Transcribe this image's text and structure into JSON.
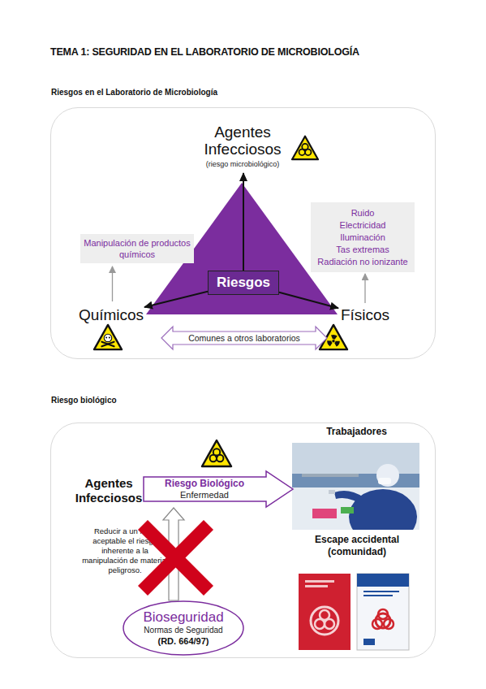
{
  "diagram": {
    "title": "TEMA 1: SEGURIDAD EN EL LABORATORIO DE MICROBIOLOGÍA",
    "nodes": [
      {
        "text": [
          "Riesgos en el Laboratorio de Microbiología"
        ]
      },
      {
        "text": [
          "Agentes Infecciosos",
          "(riesgo microbiológico)"
        ],
        "in": 0
      },
      {
        "text": [
          "Riesgos"
        ],
        "in": 0
      },
      {
        "text": [
          "Manipulación de productos químicos"
        ],
        "in": 0
      },
      {
        "text": [
          "Ruido",
          "Electricidad",
          "Iluminación",
          "Tas extremas",
          "Radiación no ionizante"
        ],
        "in": 0
      },
      {
        "text": [
          "Químicos"
        ],
        "in": 0
      },
      {
        "text": [
          "Físicos"
        ],
        "in": 0
      },
      {
        "text": [
          "Comunes a otros laboratorios"
        ],
        "in": 0
      },
      {
        "text": [
          "Riesgo biológico"
        ]
      },
      {
        "text": [
          "Agentes Infecciosos"
        ],
        "in": 8
      },
      {
        "text": [
          "Riesgo Biológico",
          "Enfermedad"
        ],
        "in": 8
      },
      {
        "text": [
          "Trabajadores"
        ],
        "in": 8
      },
      {
        "text": [
          "Bioseguridad",
          "Normas de Seguridad",
          "(RD. 664/97)"
        ],
        "in": 8
      }
    ],
    "edges": [
      {
        "from": 2,
        "to": 1,
        "arrow": "to"
      },
      {
        "from": 2,
        "to": 5,
        "arrow": "to"
      },
      {
        "from": 2,
        "to": 6,
        "arrow": "to"
      },
      {
        "from": 5,
        "to": 3,
        "arrow": "to"
      },
      {
        "from": 6,
        "to": 4,
        "arrow": "to"
      },
      {
        "from": 12,
        "to": 10,
        "arrow": "to"
      }
    ],
    "labels": [
      "Escape accidental (comunidad)",
      "Reducir a un nivel aceptable el riesgo inherente a la manipulación de material peligroso."
    ]
  }
}
